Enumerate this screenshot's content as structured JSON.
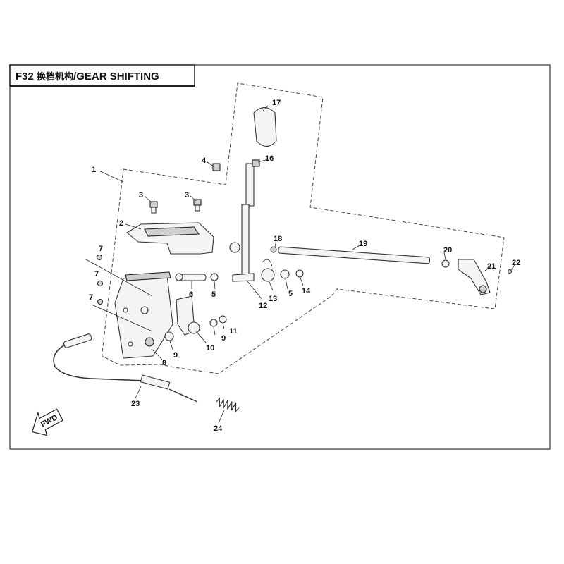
{
  "header": {
    "code": "F32",
    "title_cn": "换档机构",
    "title_en": "/GEAR SHIFTING"
  },
  "fwd_label": "FWD",
  "callouts": {
    "p1": "1",
    "p2": "2",
    "p3a": "3",
    "p3b": "3",
    "p4": "4",
    "p5a": "5",
    "p5b": "5",
    "p6": "6",
    "p7a": "7",
    "p7b": "7",
    "p7c": "7",
    "p8": "8",
    "p9a": "9",
    "p9b": "9",
    "p10": "10",
    "p11": "11",
    "p12": "12",
    "p13": "13",
    "p14": "14",
    "p16": "16",
    "p17": "17",
    "p18": "18",
    "p19": "19",
    "p20": "20",
    "p21": "21",
    "p22": "22",
    "p23": "23",
    "p24": "24"
  }
}
